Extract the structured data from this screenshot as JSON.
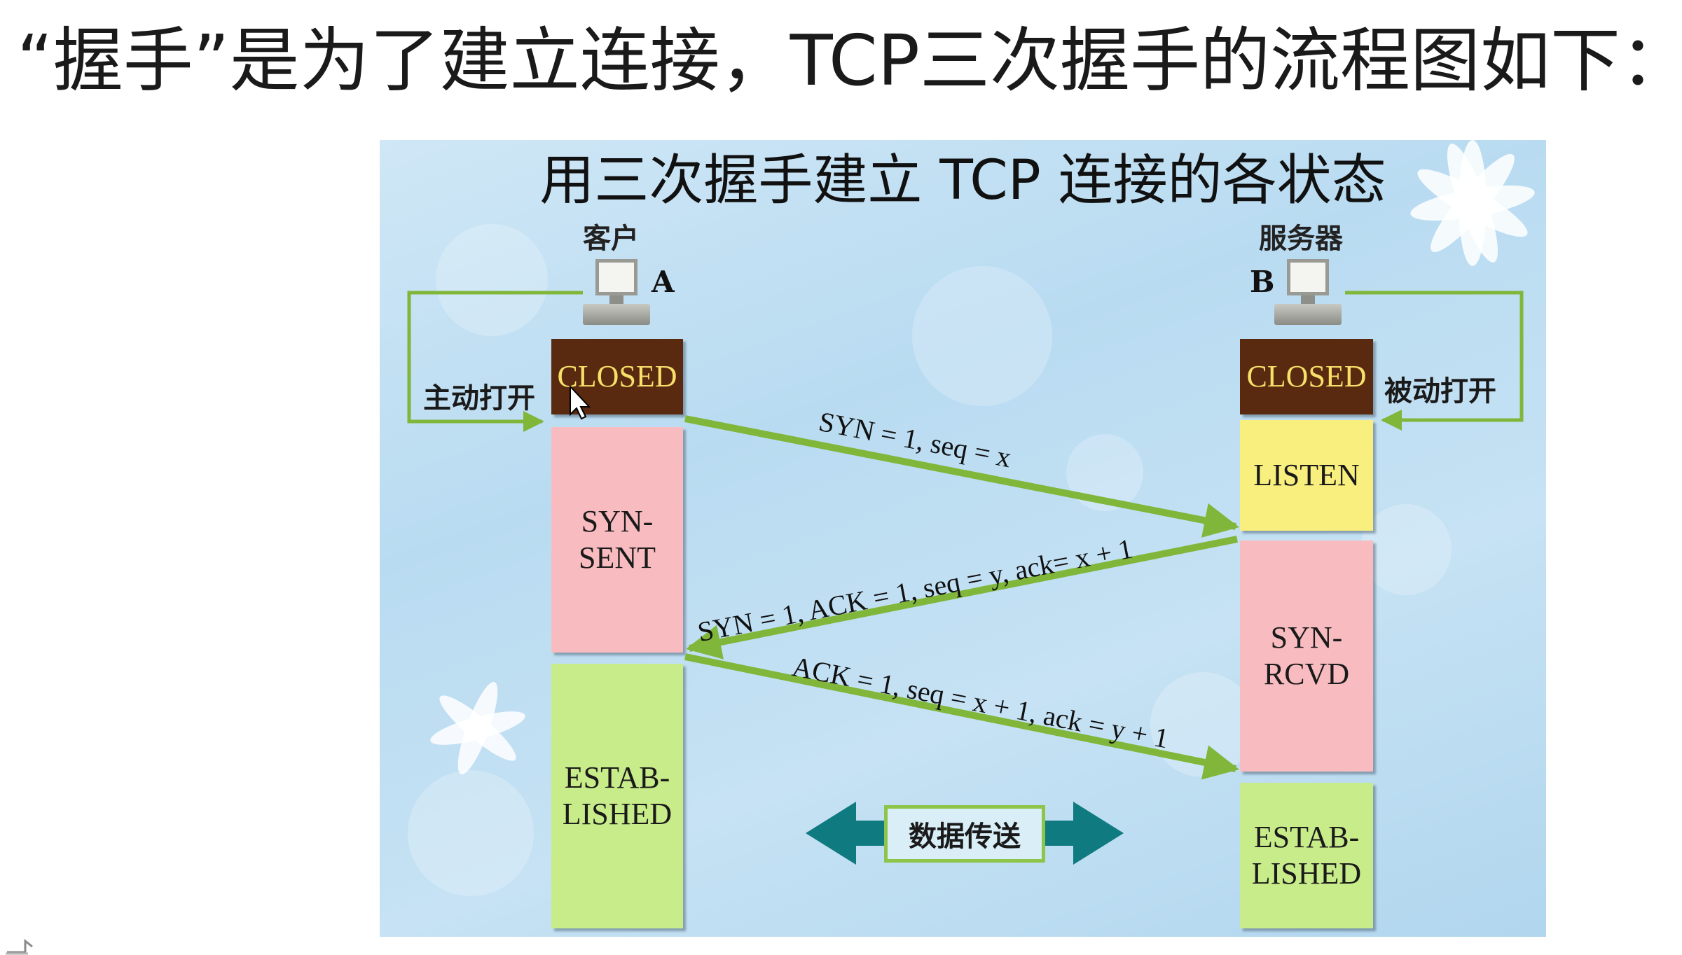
{
  "heading": "“握手”是为了建立连接，TCP三次握手的流程图如下：",
  "diagram": {
    "title": "用三次握手建立 TCP 连接的各状态",
    "client": {
      "label": "客户",
      "letter": "A",
      "open": "主动打开"
    },
    "server": {
      "label": "服务器",
      "letter": "B",
      "open": "被动打开"
    },
    "client_states": [
      {
        "text": "CLOSED",
        "color": "#5a2a10"
      },
      {
        "text": "SYN-\nSENT",
        "color": "#f8bcc0"
      },
      {
        "text": "ESTAB-\nLISHED",
        "color": "#c8ec8a"
      }
    ],
    "server_states": [
      {
        "text": "CLOSED",
        "color": "#5a2a10"
      },
      {
        "text": "LISTEN",
        "color": "#f8ef7e"
      },
      {
        "text": "SYN-\nRCVD",
        "color": "#f8bcc0"
      },
      {
        "text": "ESTAB-\nLISHED",
        "color": "#c8ec8a"
      }
    ],
    "messages": [
      {
        "text": "SYN = 1, seq = x",
        "direction": "client-to-server"
      },
      {
        "text": "SYN = 1, ACK = 1, seq = y, ack= x + 1",
        "direction": "server-to-client"
      },
      {
        "text": "ACK = 1, seq = x + 1, ack = y + 1",
        "direction": "client-to-server"
      }
    ],
    "data_transfer": "数据传送",
    "colors": {
      "arrow": "#80b63a",
      "transfer_arrow": "#0f7a80",
      "closed_text": "#f6e06a"
    }
  }
}
